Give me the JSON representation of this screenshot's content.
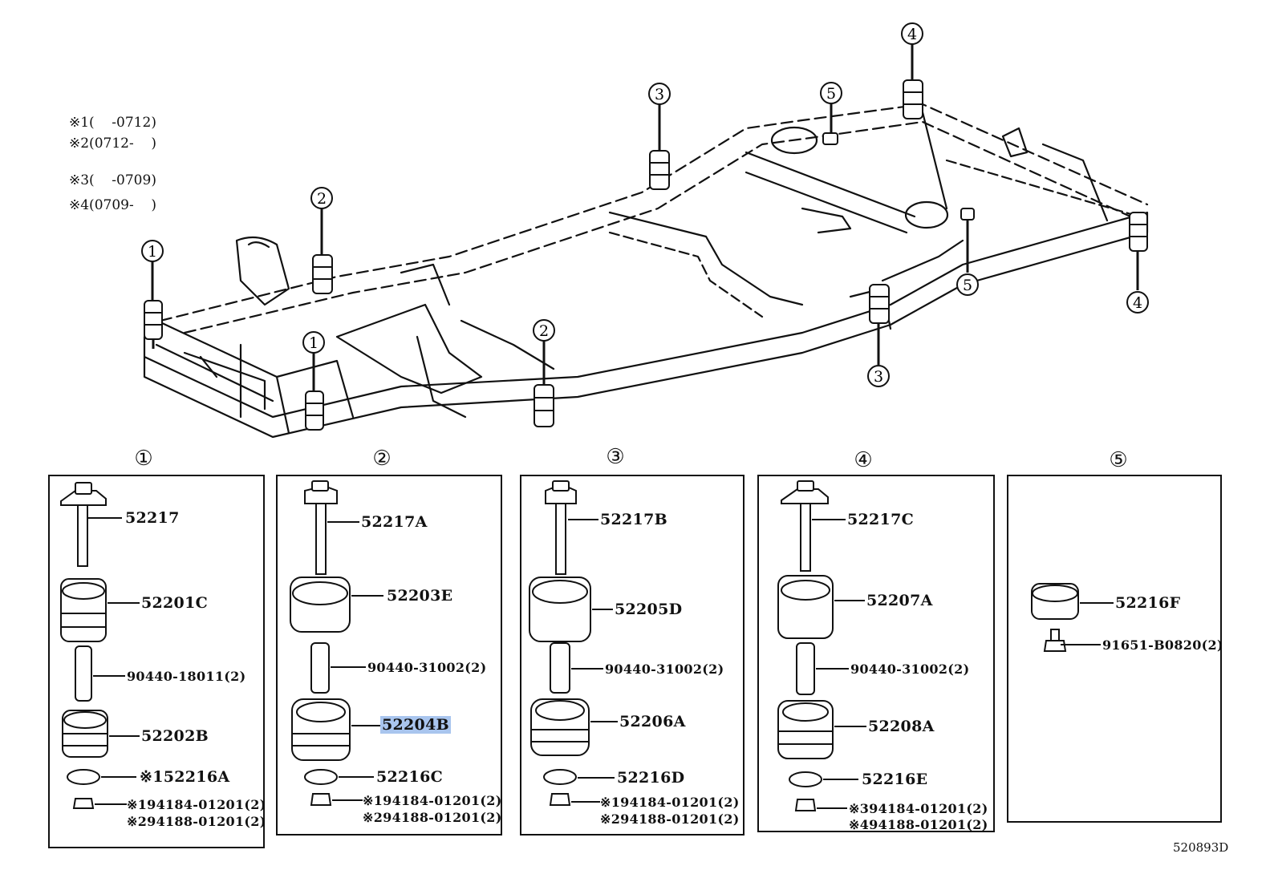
{
  "notes": [
    "※1(    -0712)",
    "※2(0712-    )",
    "※3(    -0709)",
    "※4(0709-    )"
  ],
  "callouts": {
    "c1": "1",
    "c2": "2",
    "c3": "3",
    "c4": "4",
    "c5": "5"
  },
  "groups": [
    {
      "header": "①",
      "bolt": "52217",
      "cushion_upper": "52201C",
      "collar": "90440-18011(2)",
      "cushion_lower": "52202B",
      "washer": "※152216A",
      "nut_1": "※194184-01201(2)",
      "nut_2": "※294188-01201(2)"
    },
    {
      "header": "②",
      "bolt": "52217A",
      "cushion_upper": "52203E",
      "collar": "90440-31002(2)",
      "cushion_lower": "52204B",
      "washer": "52216C",
      "nut_1": "※194184-01201(2)",
      "nut_2": "※294188-01201(2)"
    },
    {
      "header": "③",
      "bolt": "52217B",
      "cushion_upper": "52205D",
      "collar": "90440-31002(2)",
      "cushion_lower": "52206A",
      "washer": "52216D",
      "nut_1": "※194184-01201(2)",
      "nut_2": "※294188-01201(2)"
    },
    {
      "header": "④",
      "bolt": "52217C",
      "cushion_upper": "52207A",
      "collar": "90440-31002(2)",
      "cushion_lower": "52208A",
      "washer": "52216E",
      "nut_1": "※394184-01201(2)",
      "nut_2": "※494188-01201(2)"
    },
    {
      "header": "⑤",
      "cushion": "52216F",
      "bolt": "91651-B0820(2)"
    }
  ],
  "figure_id": "520893D"
}
